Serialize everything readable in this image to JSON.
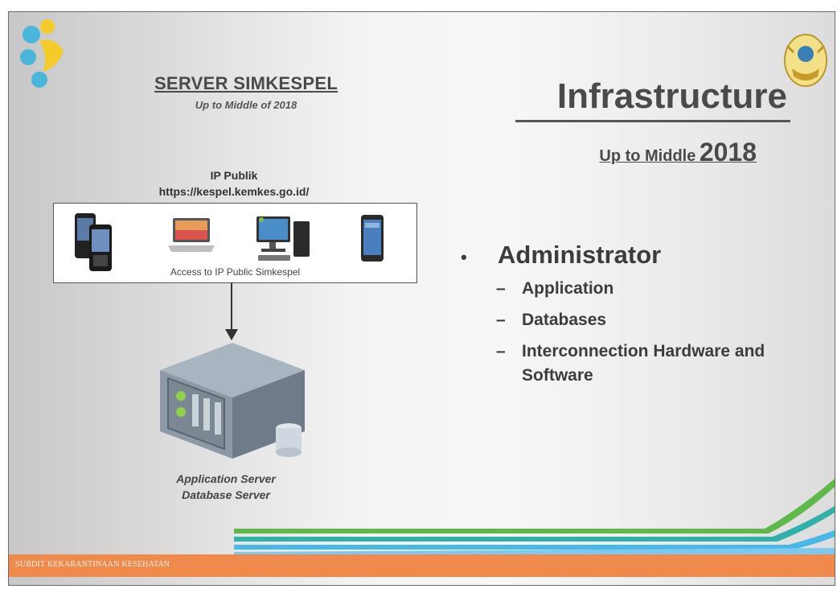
{
  "left_panel": {
    "heading": "SERVER SIMKESPEL",
    "subheading": "Up to Middle of 2018",
    "ip_label": "IP Publik",
    "ip_url": "https://kespel.kemkes.go.id/",
    "access_label": "Access to IP Public Simkespel",
    "server_caption_line1": "Application Server",
    "server_caption_line2": "Database Server",
    "devices": [
      "smartphones-icon",
      "laptop-icon",
      "desktop-computer-icon",
      "smartphone-icon"
    ]
  },
  "right_panel": {
    "title": "Infrastructure",
    "subtitle_prefix": "Up to Middle",
    "subtitle_year": "2018",
    "bullet": "Administrator",
    "sub_items": [
      "Application",
      "Databases",
      "Interconnection Hardware and Software"
    ]
  },
  "footer": {
    "text": "SUBDIT KEKARANTINAAN KESEHATAN"
  },
  "colors": {
    "footer": "#ef8a4c",
    "stripes": [
      "#2fb0a8",
      "#48b8e6",
      "#5fb84a",
      "#7cc8ee"
    ]
  }
}
